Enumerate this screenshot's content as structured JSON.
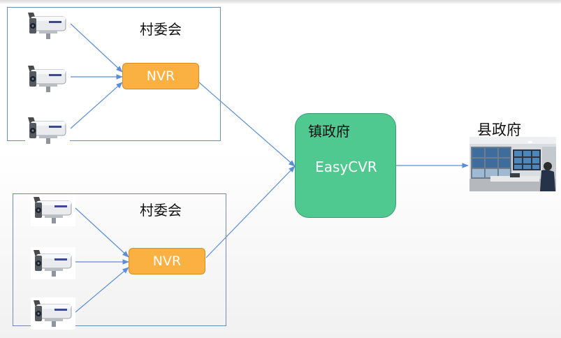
{
  "village_groups": [
    {
      "label": "村委会",
      "nvr_label": "NVR"
    },
    {
      "label": "村委会",
      "nvr_label": "NVR"
    }
  ],
  "town": {
    "title": "镇政府",
    "platform": "EasyCVR"
  },
  "county": {
    "title": "县政府"
  },
  "colors": {
    "nvr_fill": "#fbb042",
    "hub_fill": "#50c990",
    "connector": "#5b8ed6",
    "group_border": "#6d8cb5"
  },
  "icons": [
    "camera-icon",
    "monitoring-room-photo"
  ]
}
